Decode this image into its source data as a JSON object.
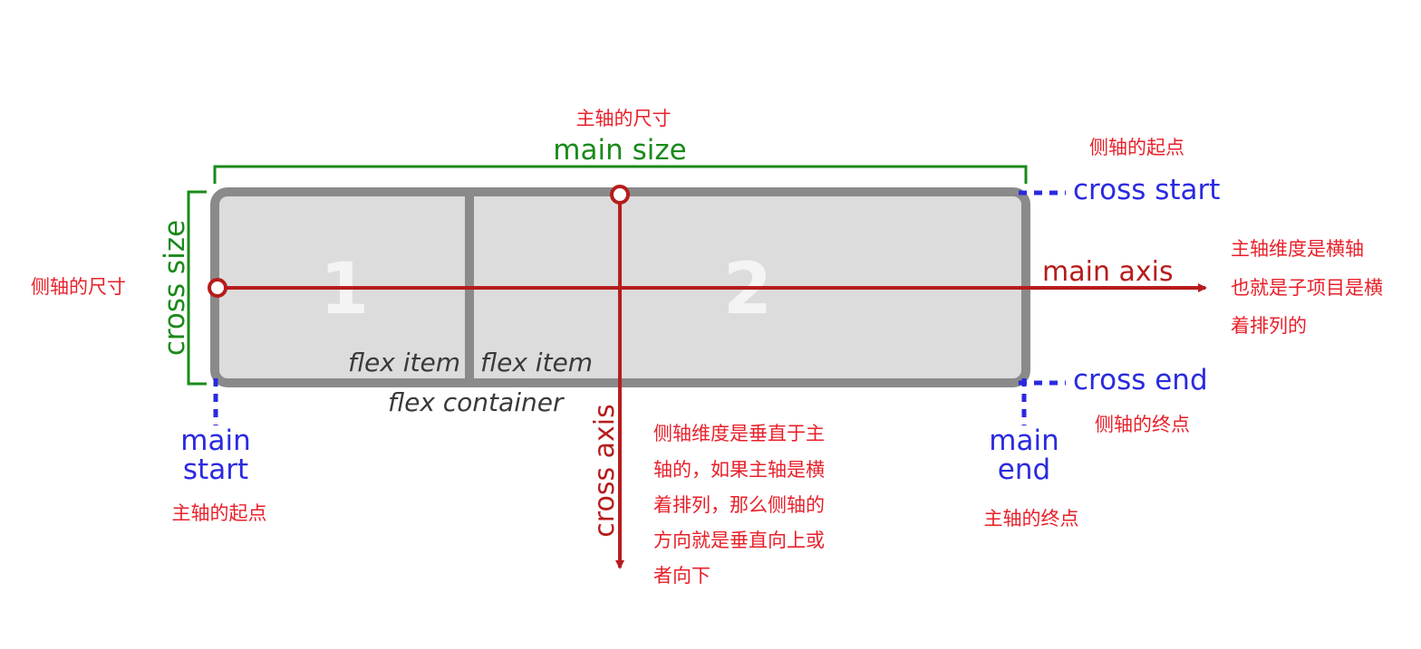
{
  "colors": {
    "red": "#b71c1c",
    "red_text": "#e8202a",
    "blue": "#2a2ae0",
    "green": "#1a8a1a",
    "container_border": "#8a8a8a",
    "container_fill": "#dcdcdc"
  },
  "labels": {
    "main_size_cn": "主轴的尺寸",
    "main_size": "main size",
    "cross_start_cn": "侧轴的起点",
    "cross_start": "cross start",
    "cross_size": "cross size",
    "cross_size_cn": "侧轴的尺寸",
    "main_axis": "main axis",
    "main_axis_note": [
      "主轴维度是横轴",
      "也就是子项目是横",
      "着排列的"
    ],
    "cross_end": "cross end",
    "cross_end_cn": "侧轴的终点",
    "main_start": [
      "main",
      "start"
    ],
    "main_start_cn": "主轴的起点",
    "main_end": [
      "main",
      "end"
    ],
    "main_end_cn": "主轴的终点",
    "cross_axis": "cross axis",
    "cross_axis_note": [
      "侧轴维度是垂直于主",
      "轴的，如果主轴是横",
      "着排列，那么侧轴的",
      "方向就是垂直向上或",
      "者向下"
    ],
    "flex_container": "flex container"
  },
  "items": [
    {
      "number": "1",
      "label": "flex item"
    },
    {
      "number": "2",
      "label": "flex item"
    }
  ]
}
